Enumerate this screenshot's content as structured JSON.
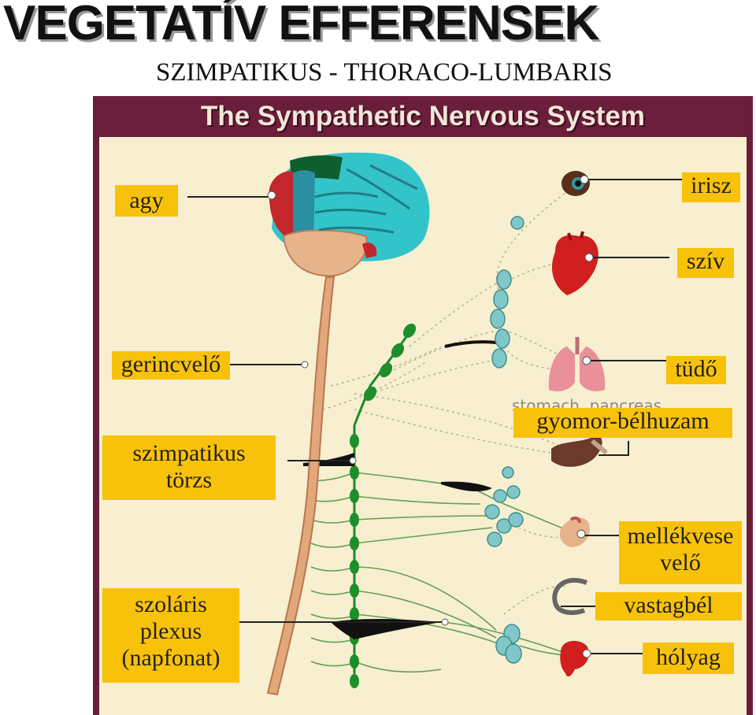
{
  "header": {
    "title": "VEGETATÍV EFFERENSEK",
    "subtitle": "SZIMPATIKUS - THORACO-LUMBARIS"
  },
  "figure": {
    "title": "The Sympathetic Nervous System",
    "behind_text": "stomach, pancreas"
  },
  "labels": {
    "agy": "agy",
    "gerincvelo": "gerincvelő",
    "szimp_1": "szimpatikus",
    "szimp_2": "törzs",
    "szol_1": "szoláris",
    "szol_2": "plexus",
    "szol_3": "(napfonat)",
    "irisz": "irisz",
    "sziv": "szív",
    "tudo": "tüdő",
    "gyomor": "gyomor-bélhuzam",
    "mell_1": "mellékvese",
    "mell_2": "velő",
    "vastagbel": "vastagbél",
    "holyag": "hólyag"
  },
  "colors": {
    "frame": "#6b1e3b",
    "panel": "#f7efcf",
    "label_bg": "#f9c20a",
    "brain_cyan": "#33c4c9",
    "brain_red": "#c1272d",
    "spinal_cord": "#e2a77a",
    "chain_green": "#1a8a2a",
    "ganglion": "#7fc7c9"
  }
}
